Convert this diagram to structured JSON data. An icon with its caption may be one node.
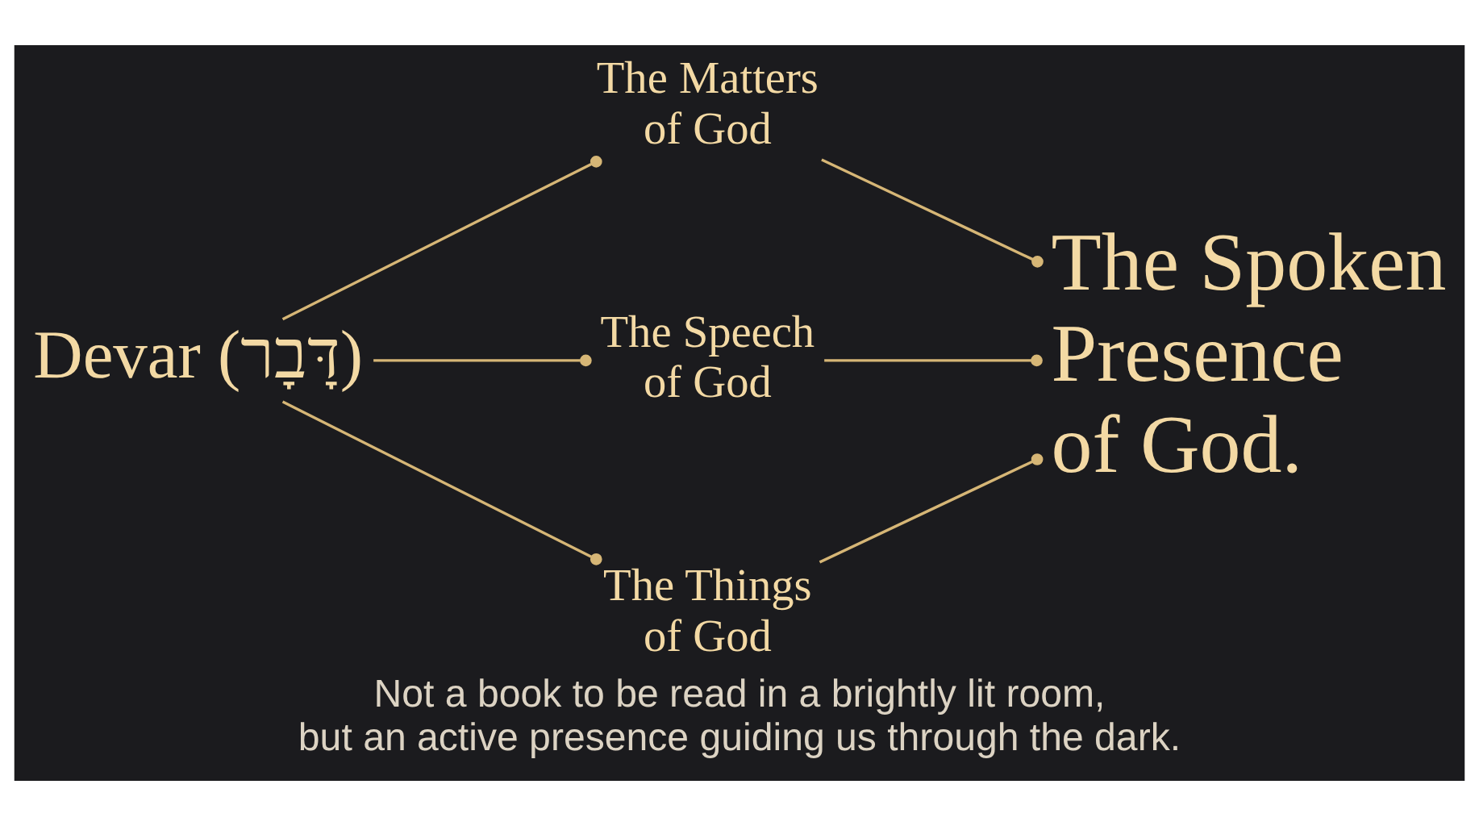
{
  "diagram": {
    "caption": "Not a book to be read in a brightly lit room, but an active presence guiding us through the dark.",
    "nodes": [
      {
        "text": [
          "Devar (דָּבָר)"
        ]
      },
      {
        "text": [
          "The Matters of God"
        ]
      },
      {
        "text": [
          "The Speech of God"
        ]
      },
      {
        "text": [
          "The Things of God"
        ]
      },
      {
        "text": [
          "The Spoken Presence of God."
        ]
      }
    ],
    "edges": [
      {
        "from": 0,
        "to": 1,
        "arrow": "other"
      },
      {
        "from": 0,
        "to": 2,
        "arrow": "other"
      },
      {
        "from": 0,
        "to": 3,
        "arrow": "other"
      },
      {
        "from": 1,
        "to": 4,
        "arrow": "other"
      },
      {
        "from": 2,
        "to": 4,
        "arrow": "other"
      },
      {
        "from": 3,
        "to": 4,
        "arrow": "other"
      }
    ]
  }
}
